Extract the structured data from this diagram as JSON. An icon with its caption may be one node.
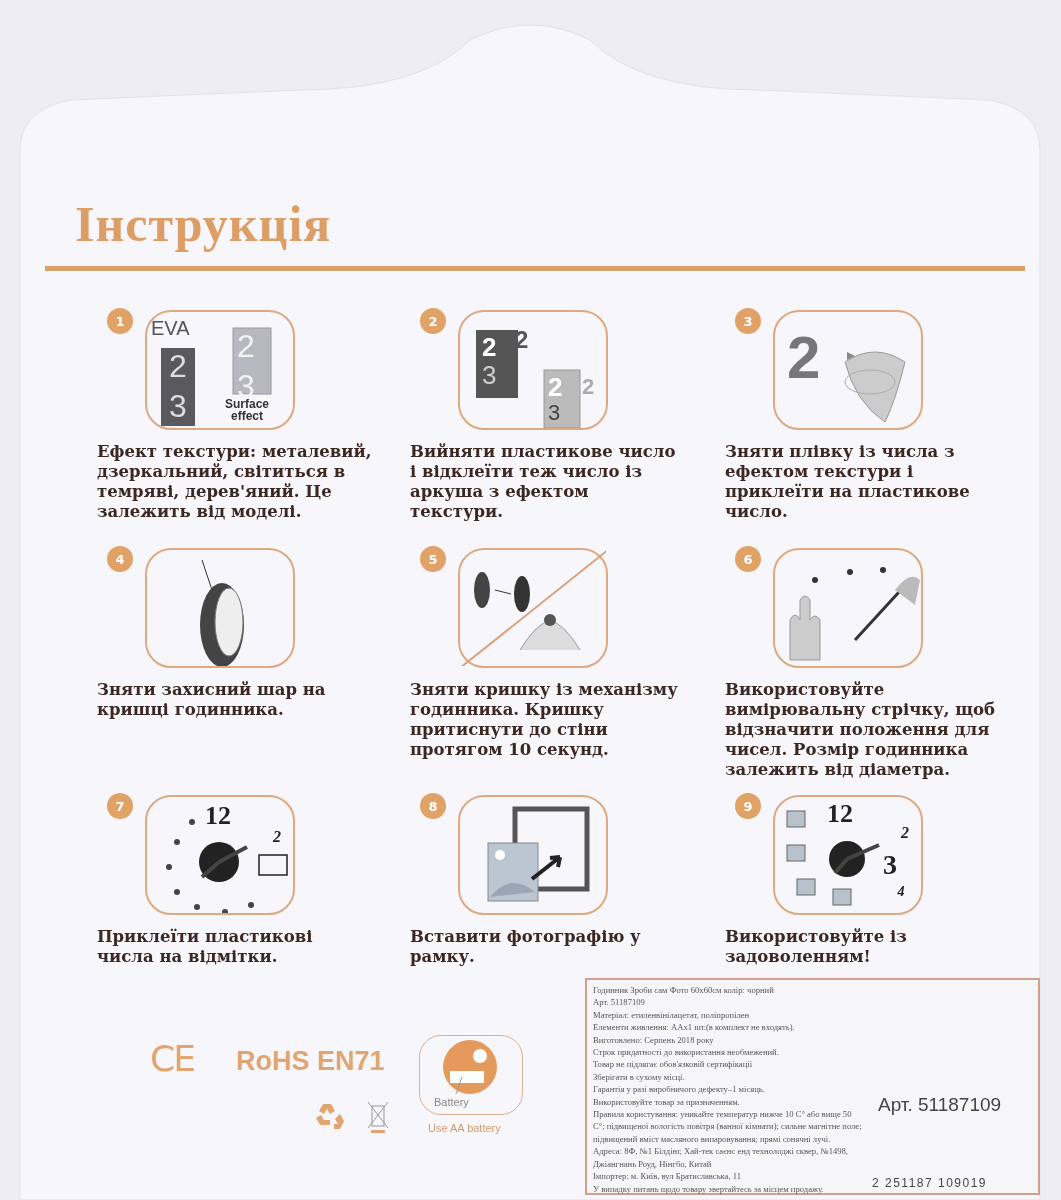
{
  "diagram": {
    "title": "Інструкція",
    "nodes": [
      {
        "text": [
          "1"
        ]
      },
      {
        "text": [
          "EVA",
          "2",
          "3",
          "2",
          "3",
          "Surface effect"
        ],
        "beside": [
          "Ефект текстури: металевий, дзеркальний, світиться в темряві, дерев'яний. Це залежить від моделі."
        ]
      },
      {
        "text": [
          "2"
        ]
      },
      {
        "text": [
          "2",
          "3",
          "2",
          "2",
          "3",
          "2"
        ],
        "beside": [
          "Вийняти пластикове число і відклеїти теж число із аркуша з ефектом текстури."
        ]
      },
      {
        "text": [
          "3"
        ]
      },
      {
        "text": [
          "2"
        ],
        "beside": [
          "Зняти плівку із числа з ефектом текстури і приклеїти на пластикове число."
        ]
      },
      {
        "text": [
          "4"
        ]
      },
      {
        "text": [],
        "shape": "picture",
        "beside": [
          "Зняти захисний шар на кришці годинника."
        ]
      },
      {
        "text": [
          "5"
        ]
      },
      {
        "text": [],
        "shape": "picture",
        "beside": [
          "Зняти кришку із механізму годинника. Кришку притиснути до стіни протягом 10 секунд."
        ]
      },
      {
        "text": [
          "6"
        ]
      },
      {
        "text": [],
        "shape": "picture",
        "beside": [
          "Використовуйте вимірювальну стрічку, щоб відзначити положення для чисел. Розмір годинника залежить від діаметра."
        ]
      },
      {
        "text": [
          "7"
        ]
      },
      {
        "text": [
          "12",
          "2"
        ],
        "beside": [
          "Приклеїти пластикові числа на відмітки."
        ]
      },
      {
        "text": [
          "8"
        ]
      },
      {
        "text": [],
        "shape": "picture",
        "beside": [
          "Вставити фотографію у рамку."
        ]
      },
      {
        "text": [
          "9"
        ]
      },
      {
        "text": [
          "12",
          "2",
          "3",
          "4"
        ],
        "beside": [
          "Використовуйте із задоволенням!"
        ]
      },
      {
        "text": [
          "Battery"
        ],
        "beside": [
          "Use AA battery"
        ]
      },
      {
        "text": [
          "Годинник Зроби сам Фото 60х60см колір: чорний",
          "Арт. 51187109",
          "Матеріал: етиленвінілацетат, поліпропілен",
          "Елементи живлення: ААх1 шт.(в комплект не входять).",
          "Виготовлено: Серпень 2018 року",
          "Строк придатності до використання необмежений.",
          "Товар не підлягає обов'язковій сертифікації",
          "Зберігати в сухому місці.",
          "Гарантія у разі виробничого дефекту–1 місяць.",
          "Використовуйте товар за призначенням.",
          "Правила користування: уникайте температур нижче 10 С° або вище 50 С°; підвищеної вологість повітря (ванної кімнати); сильне магнітне поле; підвищений вміст масляного випаровування; прямі сонячні лучі.",
          "Адреса: 8Ф, №1 Білдінг, Хай-тек саєнс енд технолоджі сквер, №1498, Джіангнань Роуд, Нінгбо, Китай",
          "Імпортер: м. Київ, вул Братиславська, 11",
          "У випадку питань щодо товару звертайтесь за місцем продажу."
        ]
      }
    ],
    "edges": [],
    "labels": [
      "CE",
      "RoHS EN71",
      "Арт. 51187109",
      "2 251187 109019"
    ]
  }
}
